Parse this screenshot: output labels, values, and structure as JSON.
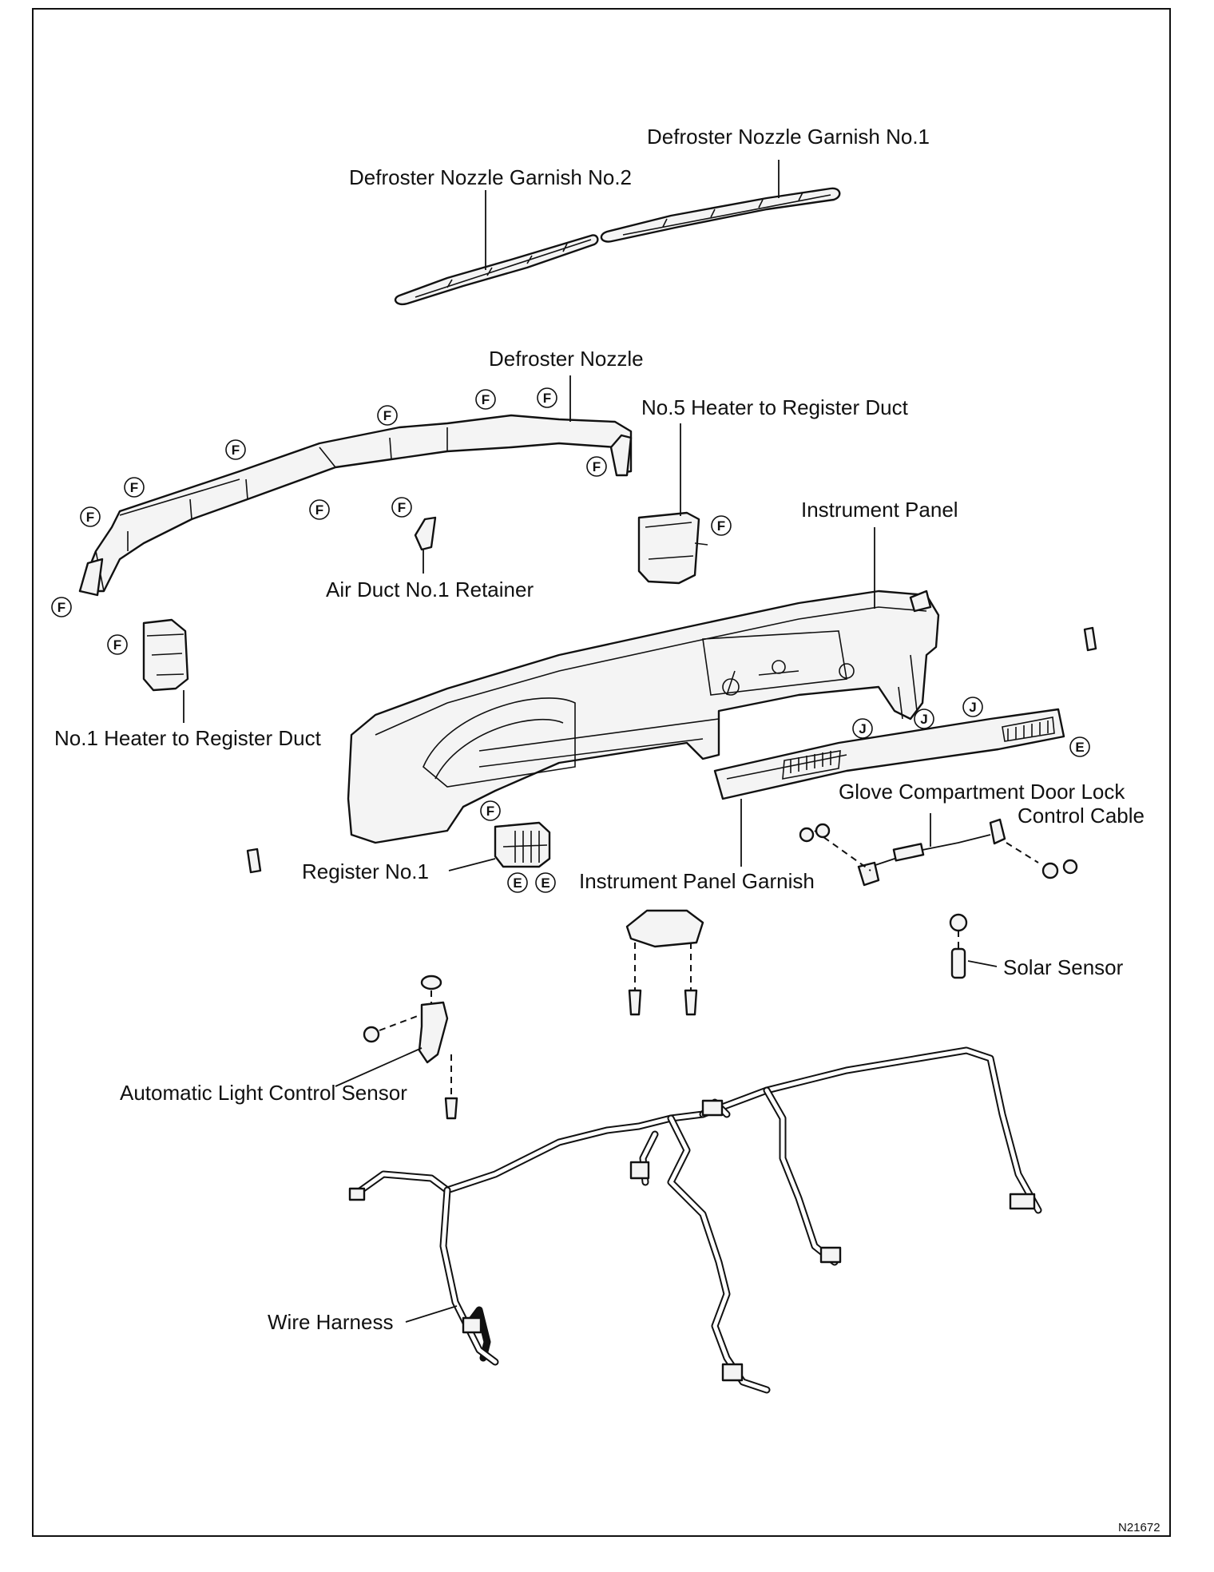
{
  "diagram": {
    "code": "N21672",
    "labels": {
      "garnish_no1": "Defroster Nozzle Garnish No.1",
      "garnish_no2": "Defroster Nozzle Garnish No.2",
      "defroster_nozzle": "Defroster Nozzle",
      "no5_duct": "No.5 Heater to Register Duct",
      "instrument_panel": "Instrument Panel",
      "air_duct_retainer": "Air Duct No.1 Retainer",
      "no1_duct": "No.1 Heater to Register Duct",
      "glove_cable_1": "Glove Compartment Door Lock",
      "glove_cable_2": "Control Cable",
      "register_no1": "Register No.1",
      "panel_garnish": "Instrument Panel Garnish",
      "solar_sensor": "Solar Sensor",
      "light_sensor": "Automatic Light Control Sensor",
      "wire_harness": "Wire Harness"
    },
    "clip_marks": {
      "F": "F",
      "J": "J",
      "E": "E"
    }
  }
}
